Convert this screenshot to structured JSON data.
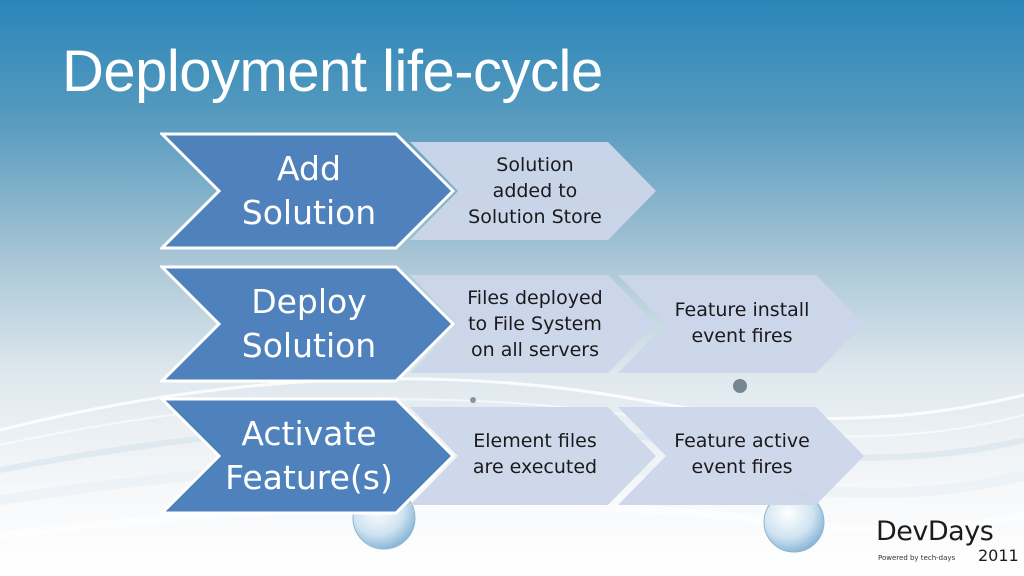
{
  "slide": {
    "title": "Deployment life-cycle"
  },
  "steps": [
    {
      "label_lines": [
        "Add",
        "Solution"
      ],
      "outcomes": [
        {
          "lines": [
            "Solution",
            "added to",
            "Solution Store"
          ]
        }
      ]
    },
    {
      "label_lines": [
        "Deploy",
        "Solution"
      ],
      "outcomes": [
        {
          "lines": [
            "Files deployed",
            "to File System",
            "on all servers"
          ]
        },
        {
          "lines": [
            "Feature install",
            "event fires"
          ]
        }
      ]
    },
    {
      "label_lines": [
        "Activate",
        "Feature(s)"
      ],
      "outcomes": [
        {
          "lines": [
            "Element files",
            "are executed"
          ]
        },
        {
          "lines": [
            "Feature active",
            "event fires"
          ]
        }
      ]
    }
  ],
  "logo": {
    "name": "DevDays",
    "tagline": "Powered by tech-days",
    "year": "2011"
  },
  "colors": {
    "main_chevron_fill": "#4f81bd",
    "main_chevron_border": "#ffffff",
    "sub_chevron_fill": "#ccd6ea",
    "title_text": "#ffffff"
  }
}
